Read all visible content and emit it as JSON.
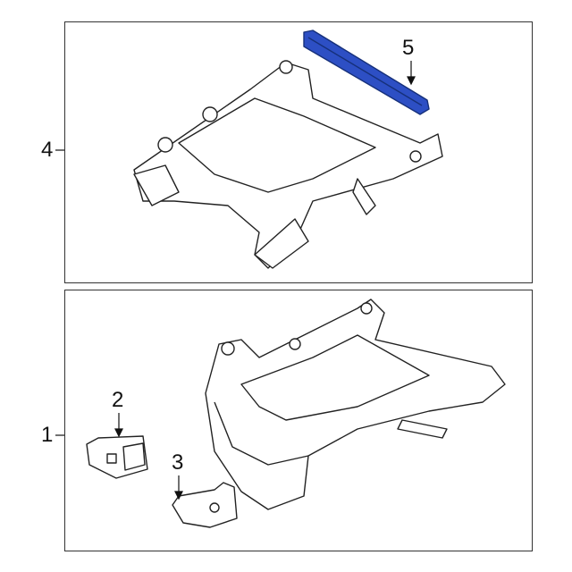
{
  "diagram": {
    "callouts": {
      "frame_upper": "4",
      "crossmember": "5",
      "frame_lower": "1",
      "bracket_left": "2",
      "bracket_right": "3"
    },
    "colors": {
      "highlight": "#2d4fc4",
      "line": "#222222"
    }
  }
}
